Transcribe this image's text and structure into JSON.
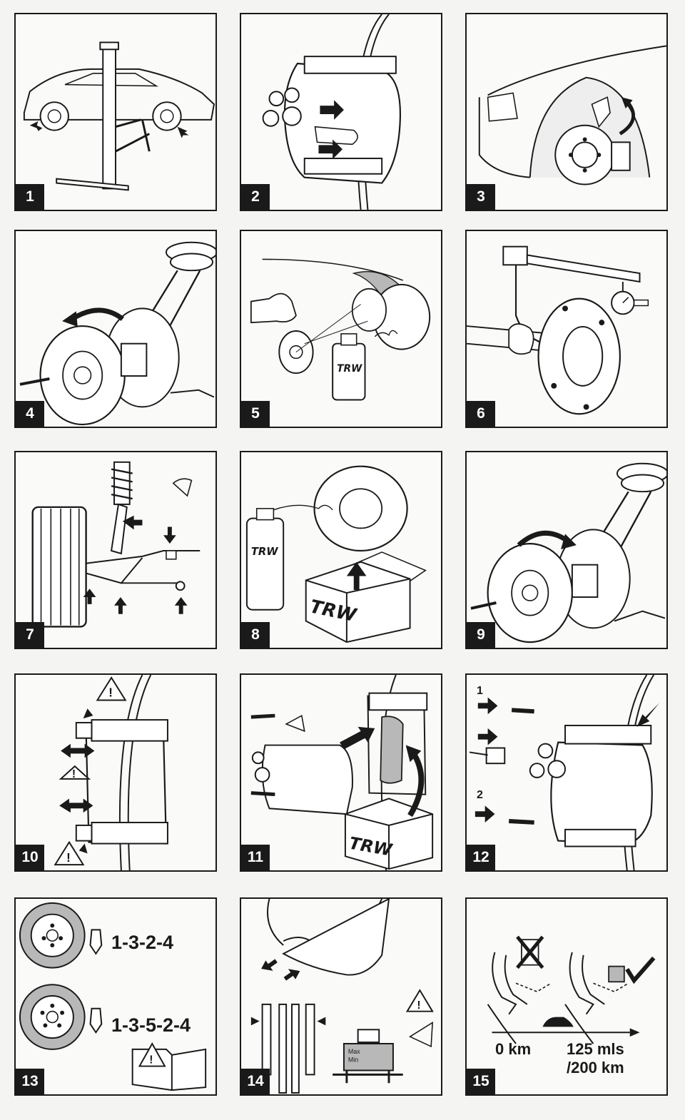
{
  "panels": [
    {
      "number": "1",
      "icons": [
        "car-on-lift-icon",
        "arrow-icon"
      ]
    },
    {
      "number": "2",
      "icons": [
        "brake-caliper-icon",
        "arrow-icon"
      ]
    },
    {
      "number": "3",
      "icons": [
        "wheel-hub-icon",
        "rotate-arrow-icon"
      ]
    },
    {
      "number": "4",
      "icons": [
        "brake-disc-icon",
        "screw-icon",
        "rotate-arrow-icon"
      ]
    },
    {
      "number": "5",
      "icons": [
        "hand-cleaning-icon",
        "spray-can-icon",
        "hub-icon"
      ]
    },
    {
      "number": "6",
      "icons": [
        "dial-gauge-icon",
        "hub-flange-icon"
      ]
    },
    {
      "number": "7",
      "icons": [
        "tyre-icon",
        "suspension-icon",
        "eye-icon",
        "arrow-icon"
      ]
    },
    {
      "number": "8",
      "icons": [
        "spray-can-icon",
        "brake-disc-icon",
        "box-icon",
        "arrow-icon"
      ]
    },
    {
      "number": "9",
      "icons": [
        "brake-disc-icon",
        "screw-icon",
        "rotate-arrow-icon"
      ]
    },
    {
      "number": "10",
      "icons": [
        "caliper-carrier-icon",
        "warning-icon",
        "double-arrow-icon"
      ]
    },
    {
      "number": "11",
      "icons": [
        "brake-caliper-icon",
        "brake-pad-icon",
        "box-icon",
        "arrow-icon"
      ]
    },
    {
      "number": "12",
      "icons": [
        "brake-caliper-icon",
        "bolt-icon",
        "torque-socket-icon",
        "arrow-icon"
      ]
    },
    {
      "number": "13",
      "icons": [
        "wheel-icon",
        "wheel-bolt-icon",
        "manual-book-icon",
        "warning-icon"
      ]
    },
    {
      "number": "14",
      "icons": [
        "foot-pedal-icon",
        "brake-disc-section-icon",
        "fluid-reservoir-icon",
        "eye-icon",
        "warning-icon"
      ]
    },
    {
      "number": "15",
      "icons": [
        "brake-pedal-icon",
        "weight-icon",
        "cross-icon",
        "check-icon",
        "car-icon"
      ]
    }
  ],
  "brand": "TRW",
  "panel_13": {
    "sequence_4": "1-3-2-4",
    "sequence_5": "1-3-5-2-4"
  },
  "panel_12": {
    "step_1": "1",
    "step_2": "2"
  },
  "panel_14": {
    "reservoir_max": "Max",
    "reservoir_min": "Min"
  },
  "panel_15": {
    "start": "0 km",
    "end_line1": "125 mls",
    "end_line2": "/200 km"
  },
  "colors": {
    "ink": "#1a1a1a",
    "paper": "#fafaf8",
    "shade": "#b8b8b8"
  }
}
